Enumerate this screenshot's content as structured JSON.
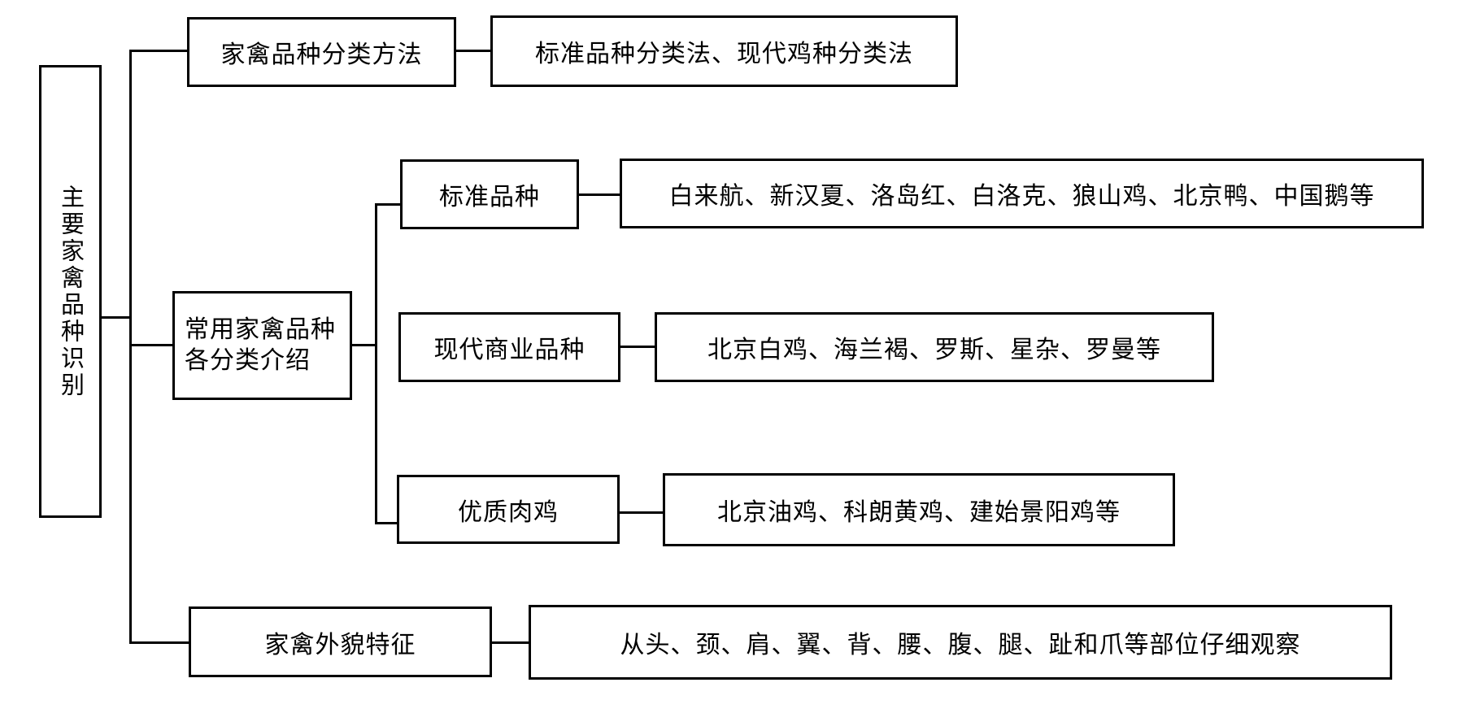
{
  "diagram": {
    "title_hint": "poultry breed identification tree diagram",
    "colors": {
      "stroke": "#000000",
      "background": "#ffffff",
      "text": "#000000"
    },
    "root": {
      "label": "主要家禽品种识别"
    },
    "branches": [
      {
        "id": "classification-methods",
        "label": "家禽品种分类方法",
        "detail": "标准品种分类法、现代鸡种分类法"
      },
      {
        "id": "category-introduction",
        "label_line1": "常用家禽品种",
        "label_line2": "各分类介绍",
        "children": [
          {
            "label": "标准品种",
            "detail": "白来航、新汉夏、洛岛红、白洛克、狼山鸡、北京鸭、中国鹅等"
          },
          {
            "label": "现代商业品种",
            "detail": "北京白鸡、海兰褐、罗斯、星杂、罗曼等"
          },
          {
            "label": "优质肉鸡",
            "detail": "北京油鸡、科朗黄鸡、建始景阳鸡等"
          }
        ]
      },
      {
        "id": "appearance-features",
        "label": "家禽外貌特征",
        "detail": "从头、颈、肩、翼、背、腰、腹、腿、趾和爪等部位仔细观察"
      }
    ]
  }
}
